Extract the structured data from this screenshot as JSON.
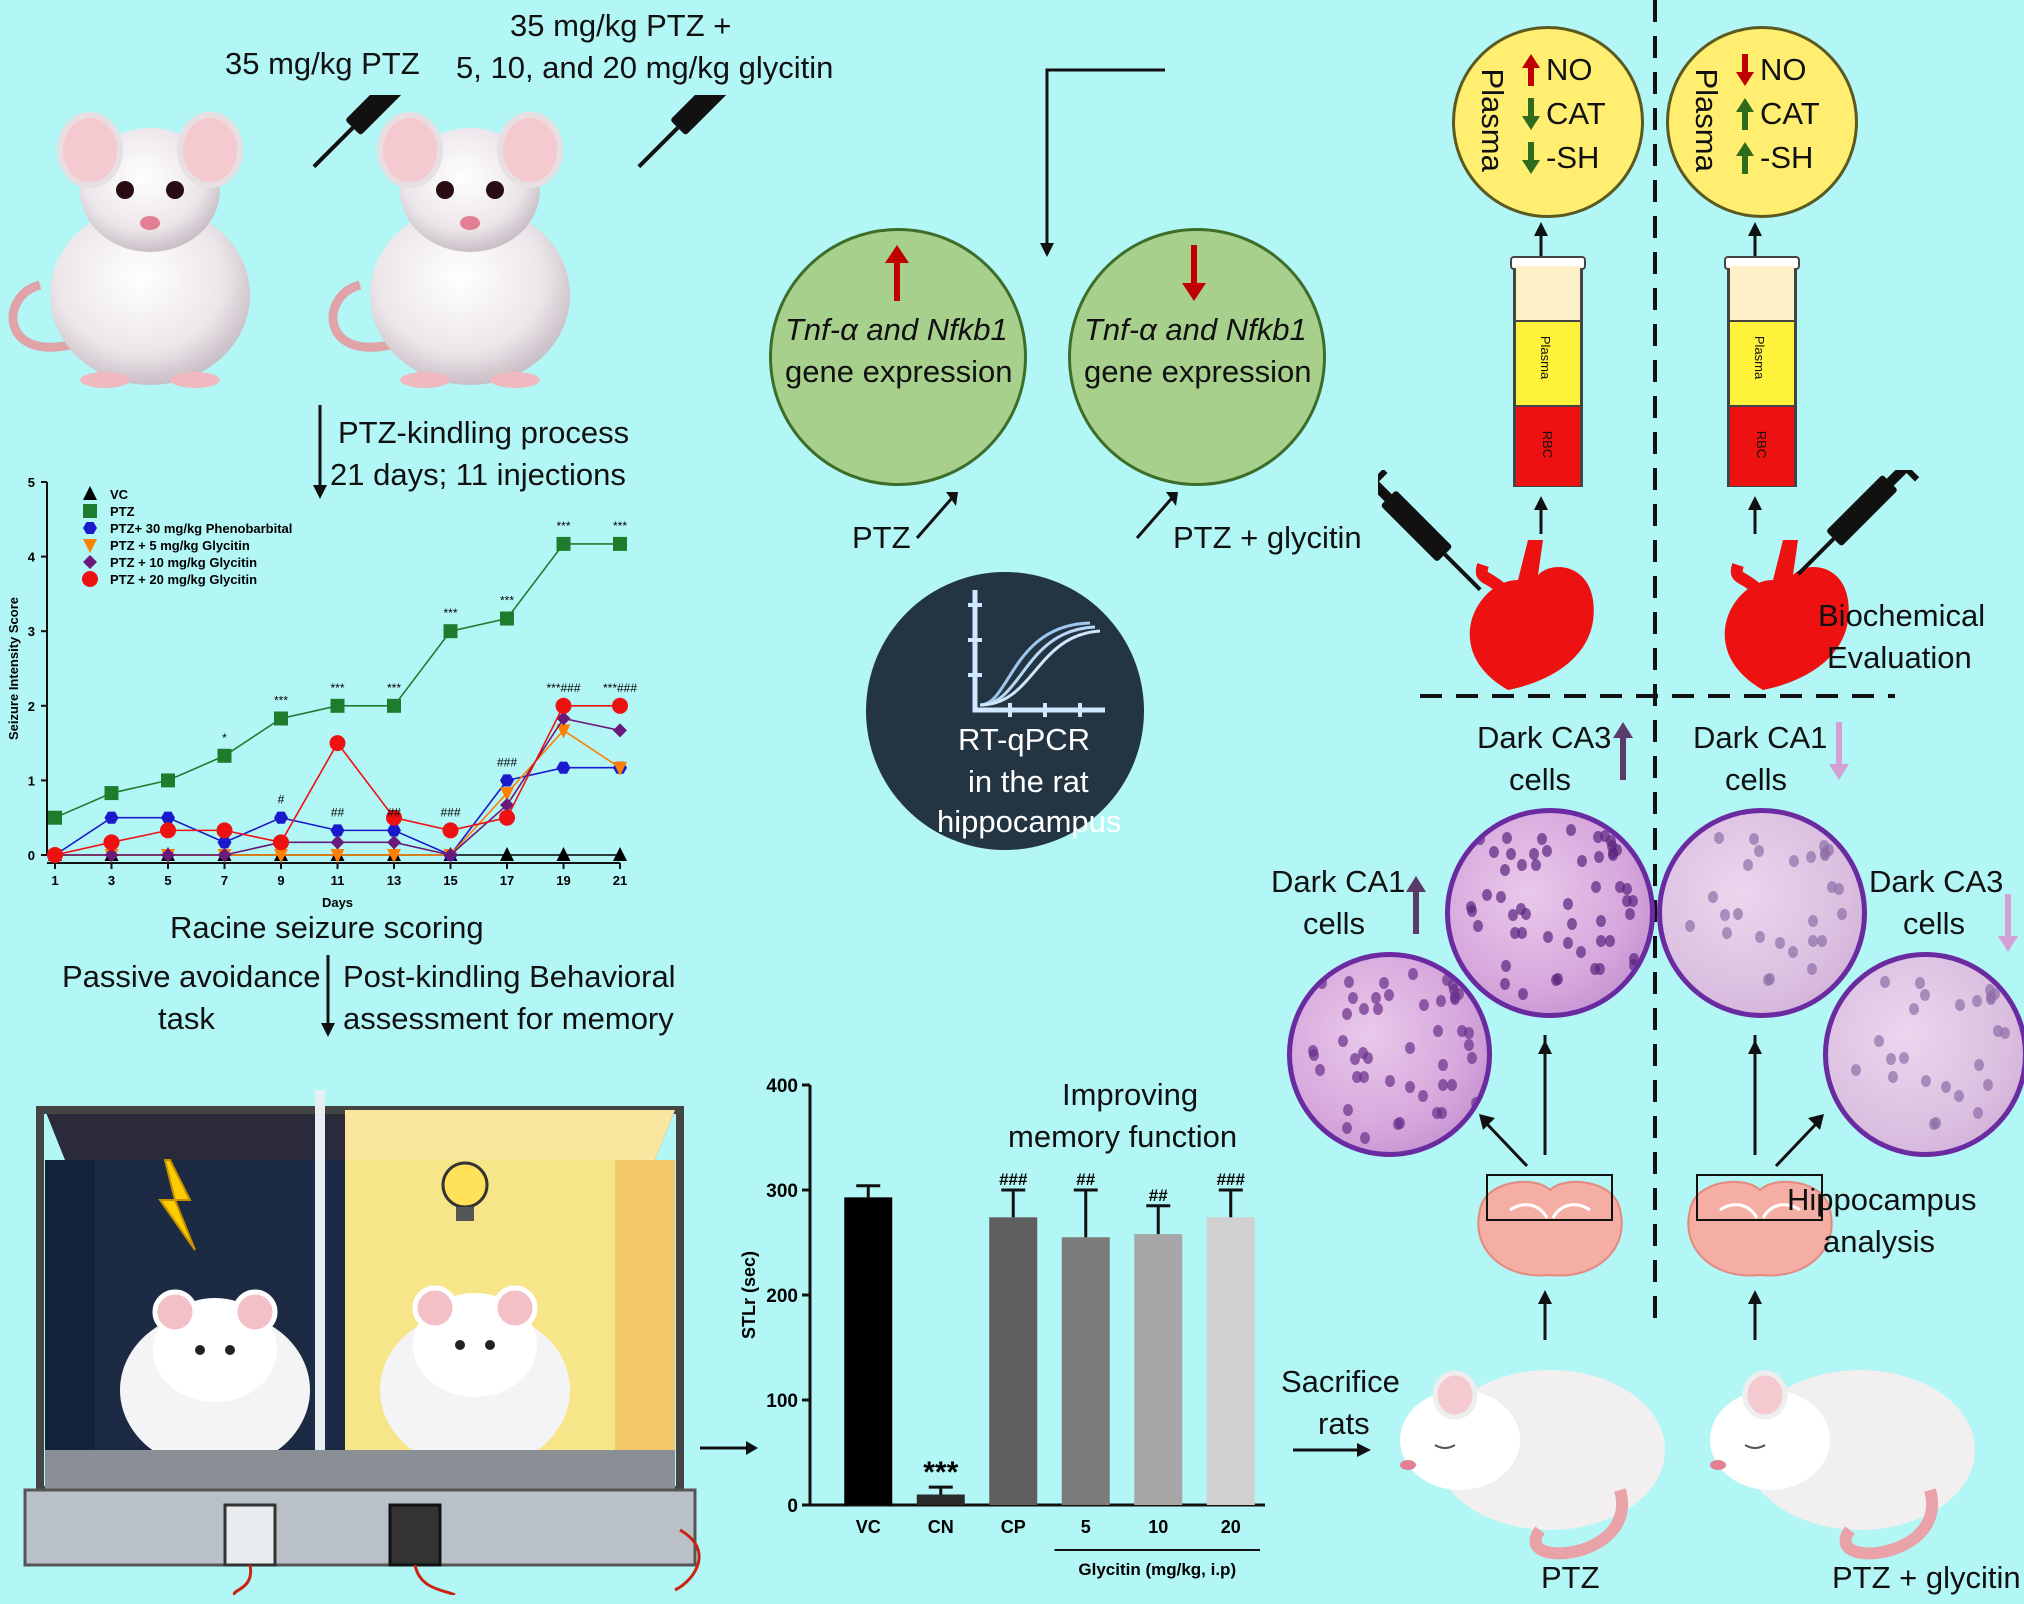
{
  "injection_labels": {
    "ptz": "35 mg/kg PTZ",
    "glycitin_line1": "35 mg/kg PTZ +",
    "glycitin_line2": "5, 10, and 20 mg/kg glycitin"
  },
  "kindling": {
    "line1": "PTZ-kindling process",
    "line2": "21 days; 11 injections"
  },
  "racine_label": "Racine seizure scoring",
  "passive_avoidance": {
    "line1": "Passive avoidance",
    "line2": "task"
  },
  "post_kindling": {
    "line1": "Post-kindling Behavioral",
    "line2": "assessment for memory"
  },
  "gene_expression": {
    "ptz_circle": {
      "line1": "Tnf-α and Nfkb1",
      "line2": "gene expression",
      "arrow": "up"
    },
    "glycitin_circle": {
      "line1": "Tnf-α and Nfkb1",
      "line2": "gene expression",
      "arrow": "down"
    },
    "ptz_label": "PTZ",
    "glycitin_label": "PTZ + glycitin"
  },
  "rtqpcr": {
    "line1": "RT-qPCR",
    "line2": "in the rat",
    "line3": "hippocampus"
  },
  "plasma_left": {
    "title": "Plasma",
    "items": [
      {
        "label": "NO",
        "dir": "up",
        "color": "#c00000"
      },
      {
        "label": "CAT",
        "dir": "down",
        "color": "#2e6b1d"
      },
      {
        "label": "-SH",
        "dir": "down",
        "color": "#2e6b1d"
      }
    ]
  },
  "plasma_right": {
    "title": "Plasma",
    "items": [
      {
        "label": "NO",
        "dir": "down",
        "color": "#c00000"
      },
      {
        "label": "CAT",
        "dir": "up",
        "color": "#2e6b1d"
      },
      {
        "label": "-SH",
        "dir": "up",
        "color": "#2e6b1d"
      }
    ]
  },
  "tube": {
    "plasma": "Plasma",
    "rbc": "RBC"
  },
  "biochemical": {
    "line1": "Biochemical",
    "line2": "Evaluation"
  },
  "histology": {
    "dark_ca3_left": {
      "line1": "Dark CA3",
      "line2": "cells"
    },
    "dark_ca1_left": {
      "line1": "Dark CA1",
      "line2": "cells"
    },
    "dark_ca1_right": {
      "line1": "Dark CA1",
      "line2": "cells"
    },
    "dark_ca3_right": {
      "line1": "Dark CA3",
      "line2": "cells"
    }
  },
  "hippocampus": {
    "line1": "Hippocampus",
    "line2": "analysis"
  },
  "sacrifice": {
    "line1": "Sacrifice",
    "line2": "rats"
  },
  "rat_labels": {
    "ptz": "PTZ",
    "glycitin": "PTZ + glycitin"
  },
  "memory": {
    "line1": "Improving",
    "line2": "memory function"
  },
  "colors": {
    "background": "#b3f6f6",
    "up_arrow": "#c00000",
    "down_arrow": "#c00000",
    "green": "#2e6b1d"
  },
  "chart_data": [
    {
      "type": "line",
      "xlabel": "Days",
      "ylabel": "Seizure Intensity Score",
      "x": [
        1,
        3,
        5,
        7,
        9,
        11,
        13,
        15,
        17,
        19,
        21
      ],
      "ylim": [
        0,
        5
      ],
      "yticks": [
        "0",
        "1",
        "2",
        "3",
        "4",
        "5"
      ],
      "xticks": [
        "1",
        "3",
        "5",
        "7",
        "9",
        "11",
        "13",
        "15",
        "17",
        "19",
        "21"
      ],
      "legend_placement": "top-left",
      "series": [
        {
          "name": "VC",
          "marker": "triangle",
          "color": "#000000",
          "values": [
            0,
            0,
            0,
            0,
            0,
            0,
            0,
            0,
            0,
            0,
            0
          ]
        },
        {
          "name": "PTZ",
          "marker": "square",
          "color": "#1e7d2c",
          "values": [
            0.5,
            0.83,
            1.0,
            1.33,
            1.83,
            2.0,
            2.0,
            3.0,
            3.17,
            4.17,
            4.17
          ]
        },
        {
          "name": "PTZ+ 30 mg/kg Phenobarbital",
          "marker": "hexagon",
          "color": "#1a1acc",
          "values": [
            0,
            0.5,
            0.5,
            0.17,
            0.5,
            0.33,
            0.33,
            0,
            1.0,
            1.17,
            1.17
          ]
        },
        {
          "name": "PTZ + 5 mg/kg Glycitin",
          "marker": "triangle-down",
          "color": "#ff7f00",
          "values": [
            0,
            0,
            0,
            0,
            0,
            0,
            0,
            0,
            0.83,
            1.67,
            1.17
          ]
        },
        {
          "name": "PTZ + 10 mg/kg Glycitin",
          "marker": "diamond",
          "color": "#6a1b7a",
          "values": [
            0,
            0,
            0,
            0,
            0.17,
            0.17,
            0.17,
            0,
            0.67,
            1.83,
            1.67
          ]
        },
        {
          "name": "PTZ + 20 mg/kg Glycitin",
          "marker": "circle",
          "color": "#ee1111",
          "values": [
            0,
            0.17,
            0.33,
            0.33,
            0.17,
            1.5,
            0.5,
            0.33,
            0.5,
            2.0,
            2.0
          ]
        }
      ],
      "annotations": [
        {
          "x": 7,
          "y": 1.33,
          "text": "*"
        },
        {
          "x": 9,
          "y": 1.83,
          "text": "***"
        },
        {
          "x": 11,
          "y": 2.0,
          "text": "***"
        },
        {
          "x": 13,
          "y": 2.0,
          "text": "***"
        },
        {
          "x": 15,
          "y": 3.0,
          "text": "***"
        },
        {
          "x": 17,
          "y": 3.17,
          "text": "***"
        },
        {
          "x": 19,
          "y": 4.17,
          "text": "***"
        },
        {
          "x": 21,
          "y": 4.17,
          "text": "***"
        },
        {
          "x": 9,
          "y": 0.5,
          "text": "#"
        },
        {
          "x": 11,
          "y": 0.33,
          "text": "##"
        },
        {
          "x": 13,
          "y": 0.33,
          "text": "##"
        },
        {
          "x": 15,
          "y": 0.33,
          "text": "###"
        },
        {
          "x": 17,
          "y": 1.0,
          "text": "###"
        },
        {
          "x": 19,
          "y": 2.0,
          "text": "***###"
        },
        {
          "x": 21,
          "y": 2.0,
          "text": "***###"
        }
      ]
    },
    {
      "type": "bar",
      "ylabel": "STLr (sec)",
      "xlabel": "Glycitin (mg/kg, i.p)",
      "categories": [
        "VC",
        "CN",
        "CP",
        "5",
        "10",
        "20"
      ],
      "values": [
        293,
        10,
        274,
        255,
        258,
        274
      ],
      "errors": [
        11,
        7,
        26,
        45,
        27,
        26
      ],
      "ylim": [
        0,
        400
      ],
      "yticks": [
        "0",
        "100",
        "200",
        "300",
        "400"
      ],
      "bar_colors": [
        "#000000",
        "#2a2a2a",
        "#5f5f5f",
        "#7c7c7c",
        "#a6a6a6",
        "#d0d0d0"
      ],
      "annotations": [
        "",
        "***",
        "###",
        "##",
        "##",
        "###"
      ]
    }
  ]
}
